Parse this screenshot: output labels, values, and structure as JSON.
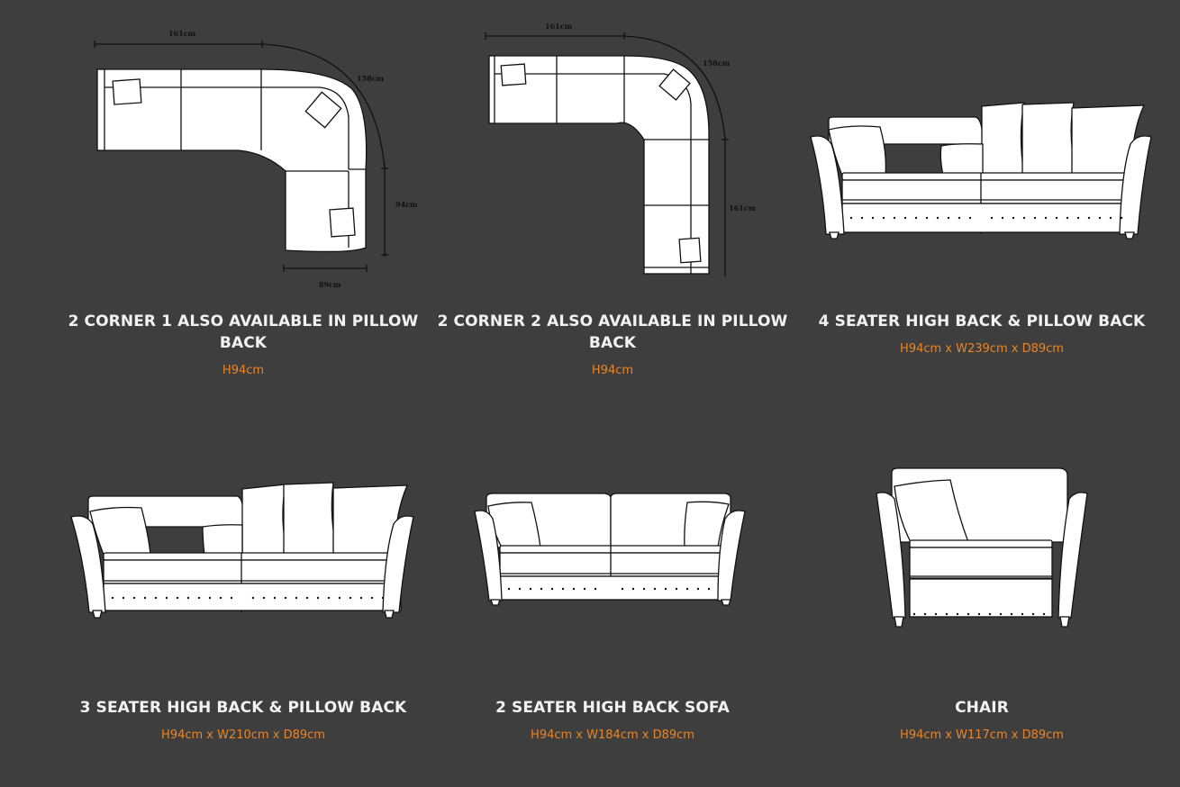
{
  "colors": {
    "background": "#3e3e3e",
    "title": "#f2f2f2",
    "dimension_text": "#e8852a"
  },
  "products": [
    {
      "title": "2 CORNER 1 ALSO AVAILABLE IN PILLOW BACK",
      "dims": "H94cm",
      "diagram_labels": {
        "top": "161cm",
        "curve": "158cm",
        "right": "94cm",
        "bottom": "89cm"
      }
    },
    {
      "title": "2 CORNER 2 ALSO AVAILABLE IN PILLOW BACK",
      "dims": "H94cm",
      "diagram_labels": {
        "top": "161cm",
        "curve": "158cm",
        "right": "161cm"
      }
    },
    {
      "title": "4 SEATER HIGH BACK & PILLOW BACK",
      "dims": "H94cm x W239cm x D89cm"
    },
    {
      "title": "3 SEATER HIGH BACK & PILLOW BACK",
      "dims": "H94cm x W210cm x D89cm"
    },
    {
      "title": "2 SEATER HIGH BACK SOFA",
      "dims": "H94cm x W184cm x D89cm"
    },
    {
      "title": "CHAIR",
      "dims": "H94cm x W117cm x D89cm"
    }
  ]
}
